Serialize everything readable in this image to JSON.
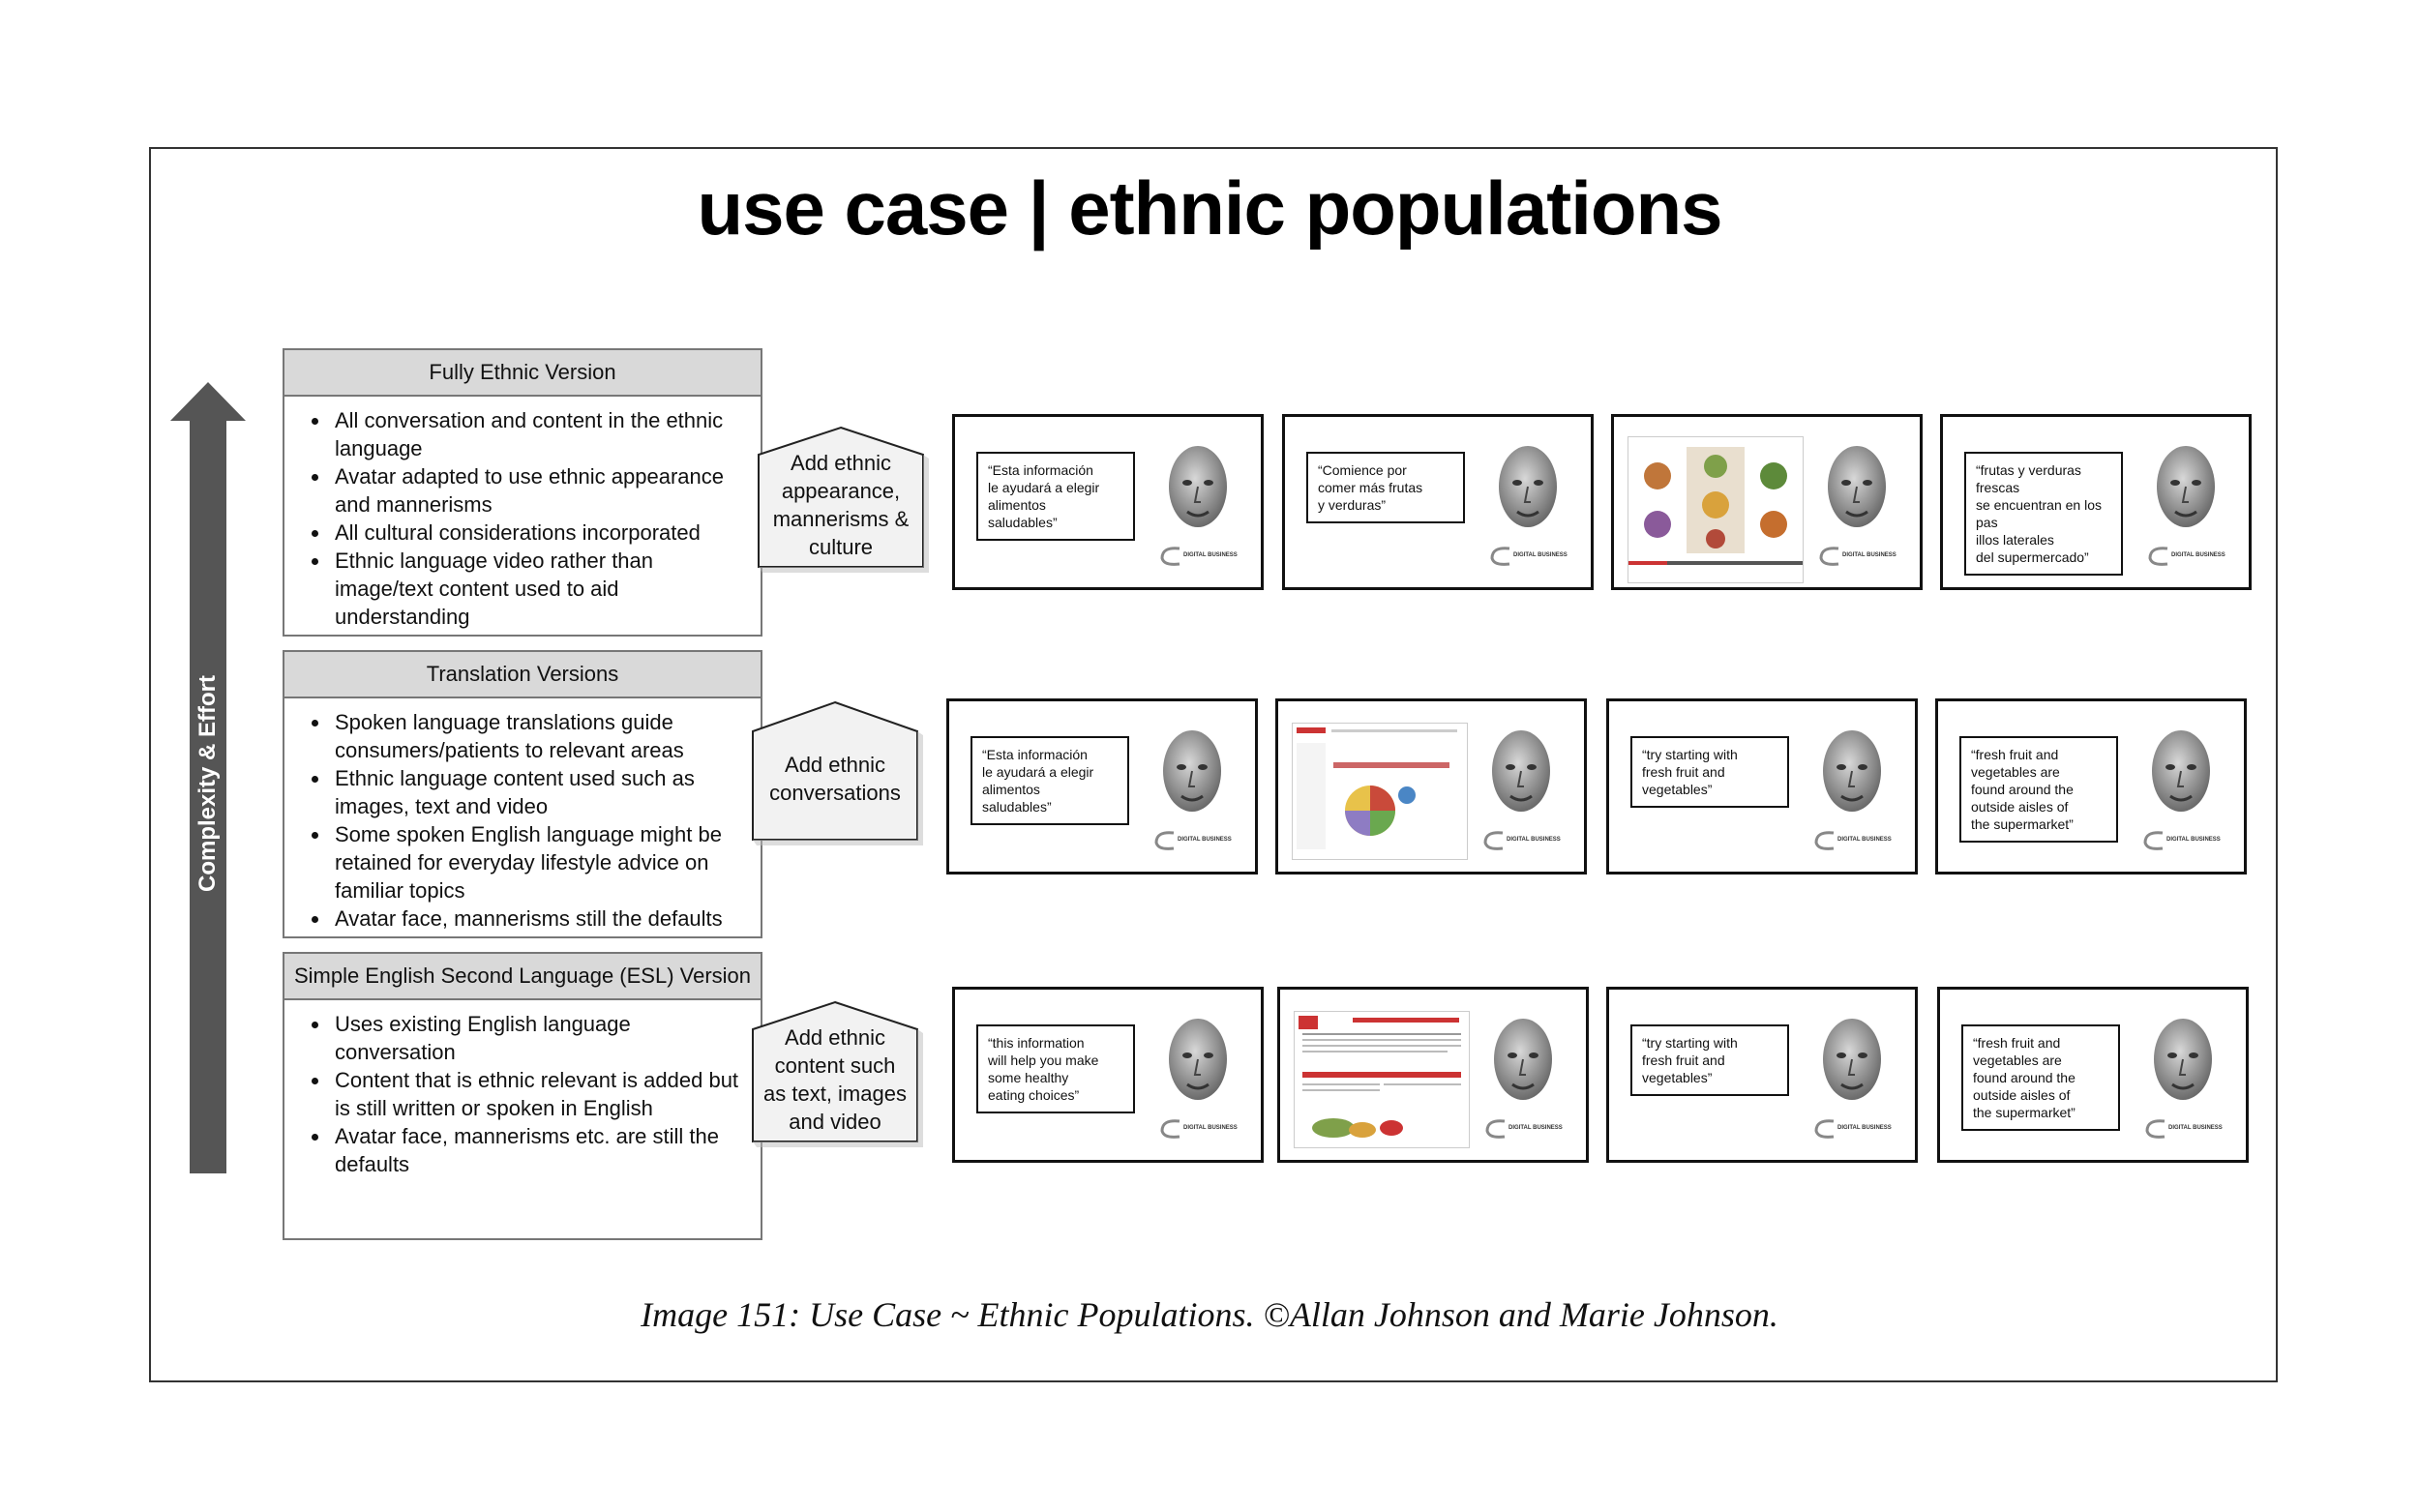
{
  "title": "use case | ethnic populations",
  "axis_label": "Complexity & Effort",
  "levels": [
    {
      "heading": "Fully Ethnic Version",
      "bullets": [
        "All conversation and content in the ethnic language",
        "Avatar adapted to use ethnic appearance and mannerisms",
        "All cultural considerations incorporated",
        "Ethnic language video rather than image/text content used to aid understanding"
      ]
    },
    {
      "heading": "Translation Versions",
      "bullets": [
        "Spoken language translations guide consumers/patients to relevant areas",
        "Ethnic language content used such as images, text and video",
        "Some spoken English language might be retained for everyday lifestyle advice on familiar topics",
        "Avatar face, mannerisms still the defaults"
      ]
    },
    {
      "heading": "Simple English Second Language (ESL) Version",
      "bullets": [
        "Uses existing English language conversation",
        "Content that is ethnic relevant is added but is still written or spoken in English",
        "Avatar face, mannerisms etc. are still the defaults"
      ]
    }
  ],
  "tags": [
    {
      "lines": [
        "Add ethnic",
        "appearance,",
        "mannerisms &",
        "culture"
      ]
    },
    {
      "lines": [
        "Add ethnic",
        "conversations"
      ]
    },
    {
      "lines": [
        "Add ethnic",
        "content such",
        "as text, images",
        "and video"
      ]
    }
  ],
  "screens": {
    "row1": [
      {
        "kind": "bubble",
        "lines": [
          "“Esta información",
          "le ayudará a elegir",
          "alimentos",
          "saludables”"
        ]
      },
      {
        "kind": "bubble",
        "lines": [
          "“Comience por",
          "comer más frutas",
          "y verduras”"
        ]
      },
      {
        "kind": "image",
        "image": "video-thumbnail"
      },
      {
        "kind": "bubble",
        "lines": [
          "“frutas y verduras frescas",
          "se encuentran en los pas",
          "illos laterales",
          "del supermercado”"
        ]
      }
    ],
    "row2": [
      {
        "kind": "bubble",
        "lines": [
          "“Esta información",
          "le ayudará a elegir",
          "alimentos",
          "saludables”"
        ]
      },
      {
        "kind": "image",
        "image": "plate-webpage-thumbnail"
      },
      {
        "kind": "bubble",
        "lines": [
          "“try starting with",
          "fresh fruit and",
          "vegetables”"
        ]
      },
      {
        "kind": "bubble",
        "lines": [
          "“fresh fruit and",
          "vegetables are",
          "found around the",
          "outside aisles of",
          "the supermarket”"
        ]
      }
    ],
    "row3": [
      {
        "kind": "bubble",
        "lines": [
          "“this information",
          "will help you make",
          "some healthy",
          "eating choices”"
        ]
      },
      {
        "kind": "image",
        "image": "recipe-document-thumbnail"
      },
      {
        "kind": "bubble",
        "lines": [
          "“try starting with",
          "fresh fruit and",
          "vegetables”"
        ]
      },
      {
        "kind": "bubble",
        "lines": [
          "“fresh fruit and",
          "vegetables are",
          "found around the",
          "outside aisles of",
          "the supermarket”"
        ]
      }
    ]
  },
  "brand_text": "DIGITAL BUSINESS",
  "caption": "Image 151: Use Case ~ Ethnic Populations. ©Allan Johnson and Marie Johnson.",
  "colors": {
    "arrow": "#555555",
    "heading_fill": "#d9d9d9",
    "tag_fill": "#f2f2f2"
  }
}
